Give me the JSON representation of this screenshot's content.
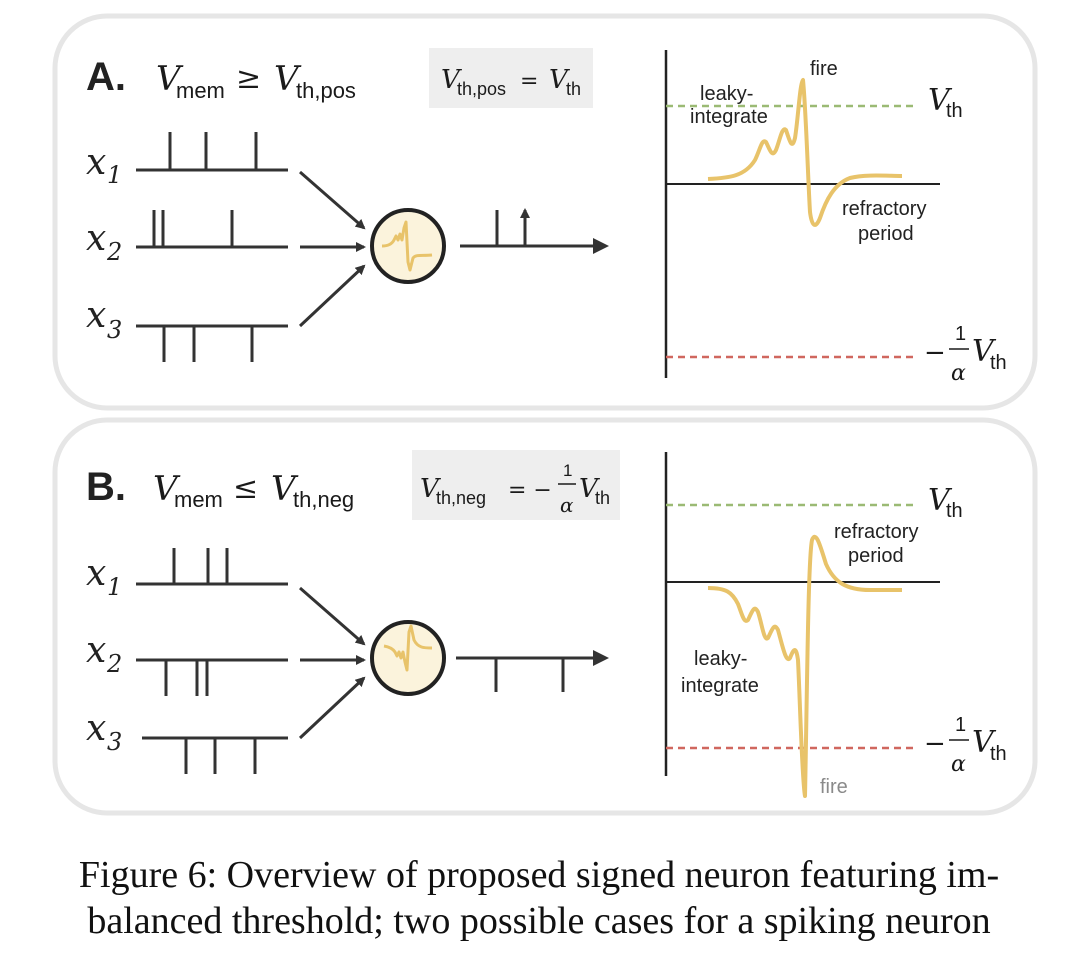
{
  "panelA": {
    "letter": "A.",
    "condition": {
      "lhs_var": "V",
      "lhs_sub": "mem",
      "op": "≥",
      "rhs_var": "V",
      "rhs_sub": "th,pos"
    },
    "definition": {
      "lhs_var": "V",
      "lhs_sub": "th,pos",
      "eq": "=",
      "rhs_var": "V",
      "rhs_sub": "th"
    },
    "inputs": [
      {
        "var": "x",
        "sub": "1"
      },
      {
        "var": "x",
        "sub": "2"
      },
      {
        "var": "x",
        "sub": "3"
      }
    ],
    "plot": {
      "threshold_pos": {
        "var": "V",
        "sub": "th"
      },
      "threshold_neg": {
        "sign": "−",
        "num": "1",
        "den": "α",
        "var": "V",
        "sub": "th"
      },
      "labels": {
        "fire": "fire",
        "leaky_line1": "leaky-",
        "leaky_line2": "integrate",
        "refr_line1": "refractory",
        "refr_line2": "period"
      }
    }
  },
  "panelB": {
    "letter": "B.",
    "condition": {
      "lhs_var": "V",
      "lhs_sub": "mem",
      "op": "≤",
      "rhs_var": "V",
      "rhs_sub": "th,neg"
    },
    "definition": {
      "lhs_var": "V",
      "lhs_sub": "th,neg",
      "eq": "= −",
      "num": "1",
      "den": "α",
      "rhs_var": "V",
      "rhs_sub": "th"
    },
    "inputs": [
      {
        "var": "x",
        "sub": "1"
      },
      {
        "var": "x",
        "sub": "2"
      },
      {
        "var": "x",
        "sub": "3"
      }
    ],
    "plot": {
      "threshold_pos": {
        "var": "V",
        "sub": "th"
      },
      "threshold_neg": {
        "sign": "−",
        "num": "1",
        "den": "α",
        "var": "V",
        "sub": "th"
      },
      "labels": {
        "fire": "fire",
        "leaky_line1": "leaky-",
        "leaky_line2": "integrate",
        "refr_line1": "refractory",
        "refr_line2": "period"
      }
    }
  },
  "colors": {
    "spike_trace": "#e8c36a",
    "threshold_pos": "#9bba74",
    "threshold_neg": "#d0675f",
    "neuron_fill": "#fbf3dc",
    "box_fill": "#eeeeee",
    "panel_border": "#e6e6e6"
  },
  "caption": {
    "line1": "Figure 6: Overview of proposed signed neuron featuring im-",
    "line2": "balanced threshold; two possible cases for a spiking neuron"
  }
}
